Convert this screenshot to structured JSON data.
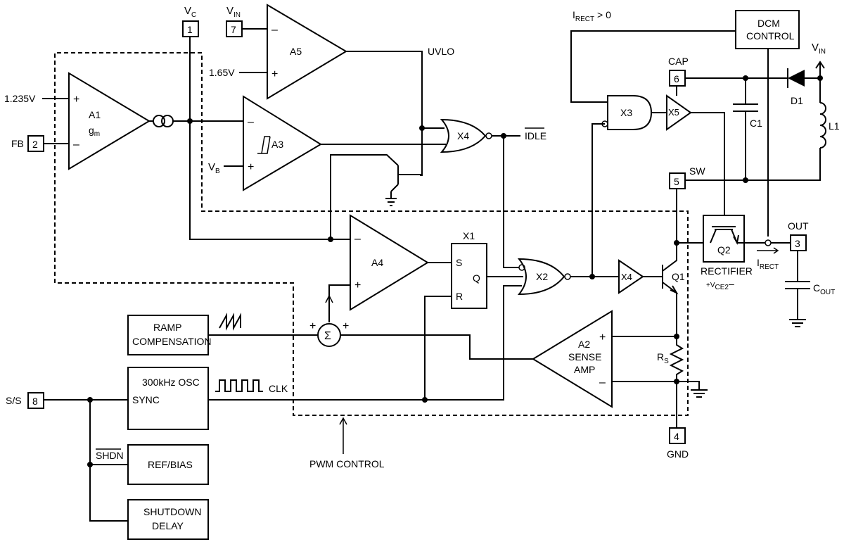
{
  "pins": {
    "vc": {
      "num": "1",
      "label": "V",
      "sub": "C"
    },
    "fb": {
      "num": "2",
      "label": "FB"
    },
    "out": {
      "num": "3",
      "label": "OUT"
    },
    "gnd": {
      "num": "4",
      "label": "GND"
    },
    "sw": {
      "num": "5",
      "label": "SW"
    },
    "cap": {
      "num": "6",
      "label": "CAP"
    },
    "vin": {
      "num": "7",
      "label": "V",
      "sub": "IN"
    },
    "ss": {
      "num": "8",
      "label": "S/S"
    }
  },
  "amps": {
    "a1": {
      "name": "A1",
      "sub": "g",
      "sub2": "m"
    },
    "a3": {
      "name": "A3"
    },
    "a4": {
      "name": "A4"
    },
    "a5": {
      "name": "A5"
    },
    "a2": {
      "line1": "A2",
      "line2": "SENSE",
      "line3": "AMP"
    },
    "plus": "+",
    "minus": "–"
  },
  "gates": {
    "x1": "X1",
    "x2": "X2",
    "x3": "X3",
    "x4a": "X4",
    "x4b": "X4",
    "x5": "X5",
    "latch_s": "S",
    "latch_r": "R",
    "latch_q": "Q"
  },
  "blocks": {
    "ramp": {
      "line1": "RAMP",
      "line2": "COMPENSATION"
    },
    "osc": {
      "line1": "300kHz OSC",
      "line2": "SYNC"
    },
    "refbias": "REF/BIAS",
    "shutdown": {
      "line1": "SHUTDOWN",
      "line2": "DELAY"
    },
    "dcm": {
      "line1": "DCM",
      "line2": "CONTROL"
    },
    "rectifier": {
      "line1": "RECTIFIER",
      "line2_pre": "+V",
      "line2_sub": "CE2",
      "line2_post": "–"
    }
  },
  "labels": {
    "v1235": "1.235V",
    "v165": "1.65V",
    "vb": "V",
    "vb_sub": "B",
    "uvlo": "UVLO",
    "idle": "IDLE",
    "clk": "CLK",
    "shdn": "SHDN",
    "pwm_control": "PWM CONTROL",
    "irect_gt": "I",
    "irect_gt_sub": "RECT",
    "irect_gt_post": " > 0",
    "irect": "I",
    "irect_sub": "RECT",
    "vin_right": "V",
    "vin_right_sub": "IN",
    "sigma": "Σ",
    "sum_plus_left": "+",
    "sum_plus_right": "+"
  },
  "components": {
    "d1": "D1",
    "l1": "L1",
    "c1": "C1",
    "q1": "Q1",
    "q2": "Q2",
    "rs": "R",
    "rs_sub": "S",
    "cout": "C",
    "cout_sub": "OUT"
  }
}
